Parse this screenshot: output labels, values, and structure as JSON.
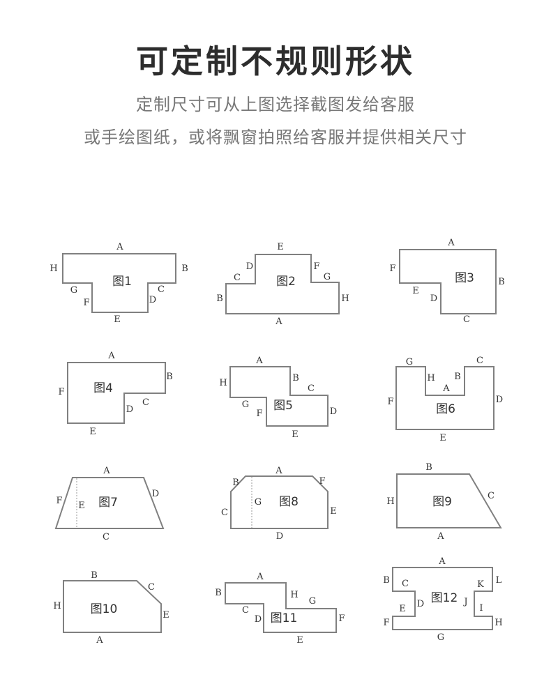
{
  "header": {
    "title": "可定制不规则形状",
    "line1": "定制尺寸可从上图选择截图发给客服",
    "line2": "或手绘图纸，或将飘窗拍照给客服并提供相关尺寸"
  },
  "figures": [
    {
      "name": "图1",
      "labels": [
        "A",
        "B",
        "C",
        "D",
        "E",
        "F",
        "G",
        "H"
      ]
    },
    {
      "name": "图2",
      "labels": [
        "E",
        "D",
        "C",
        "B",
        "A",
        "H",
        "G",
        "F"
      ]
    },
    {
      "name": "图3",
      "labels": [
        "A",
        "B",
        "C",
        "D",
        "E",
        "F"
      ]
    },
    {
      "name": "图4",
      "labels": [
        "A",
        "B",
        "C",
        "D",
        "E",
        "F"
      ]
    },
    {
      "name": "图5",
      "labels": [
        "A",
        "B",
        "C",
        "D",
        "E",
        "F",
        "G",
        "H"
      ]
    },
    {
      "name": "图6",
      "labels": [
        "G",
        "H",
        "A",
        "B",
        "C",
        "D",
        "E",
        "F"
      ]
    },
    {
      "name": "图7",
      "labels": [
        "A",
        "D",
        "C",
        "F",
        "E"
      ]
    },
    {
      "name": "图8",
      "labels": [
        "A",
        "B",
        "F",
        "C",
        "G",
        "E",
        "D"
      ]
    },
    {
      "name": "图9",
      "labels": [
        "B",
        "C",
        "A",
        "H"
      ]
    },
    {
      "name": "图10",
      "labels": [
        "B",
        "C",
        "E",
        "A",
        "H"
      ]
    },
    {
      "name": "图11",
      "labels": [
        "A",
        "B",
        "C",
        "D",
        "H",
        "G",
        "F",
        "E"
      ]
    },
    {
      "name": "图12",
      "labels": [
        "A",
        "L",
        "B",
        "C",
        "K",
        "D",
        "E",
        "J",
        "I",
        "F",
        "H",
        "G"
      ]
    }
  ]
}
